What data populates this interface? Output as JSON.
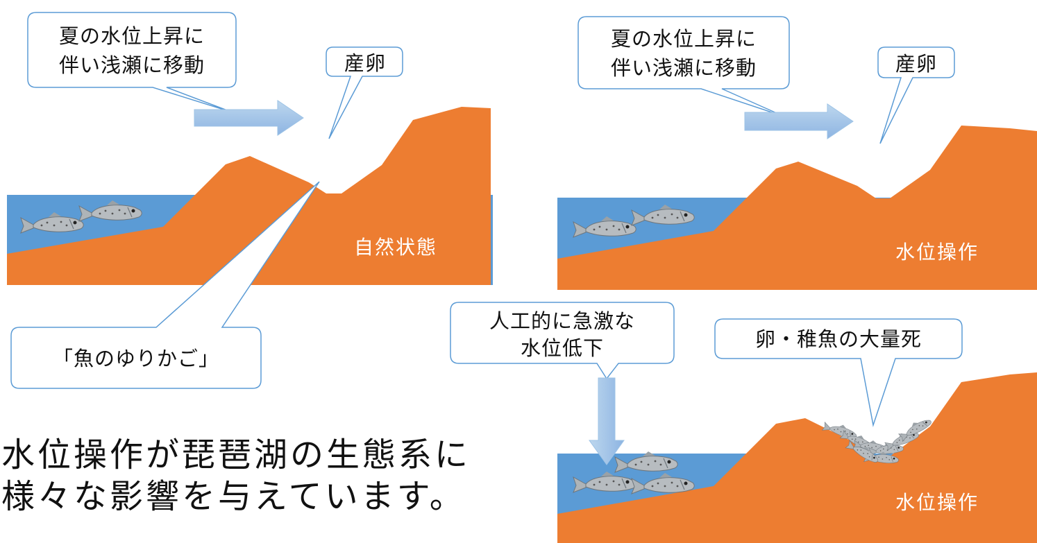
{
  "callouts": {
    "move_shallow_1": [
      "夏の水位上昇に",
      "伴い浅瀬に移動"
    ],
    "spawn_1": "産卵",
    "cradle": "「魚のゆりかご」",
    "move_shallow_2": [
      "夏の水位上昇に",
      "伴い浅瀬に移動"
    ],
    "spawn_2": "産卵",
    "artificial_drop": [
      "人工的に急激な",
      "水位低下"
    ],
    "mass_death": "卵・稚魚の大量死"
  },
  "panels": {
    "natural": "自然状態",
    "operation_1": "水位操作",
    "operation_2": "水位操作"
  },
  "caption": {
    "line1": "水位操作が琵琶湖の生態系に",
    "line2": "様々な影響を与えています。"
  },
  "colors": {
    "water": "#5b9bd5",
    "land": "#ed7d31",
    "callout_border": "#5b9bd5",
    "arrow_fill": "#9dc3e6"
  }
}
